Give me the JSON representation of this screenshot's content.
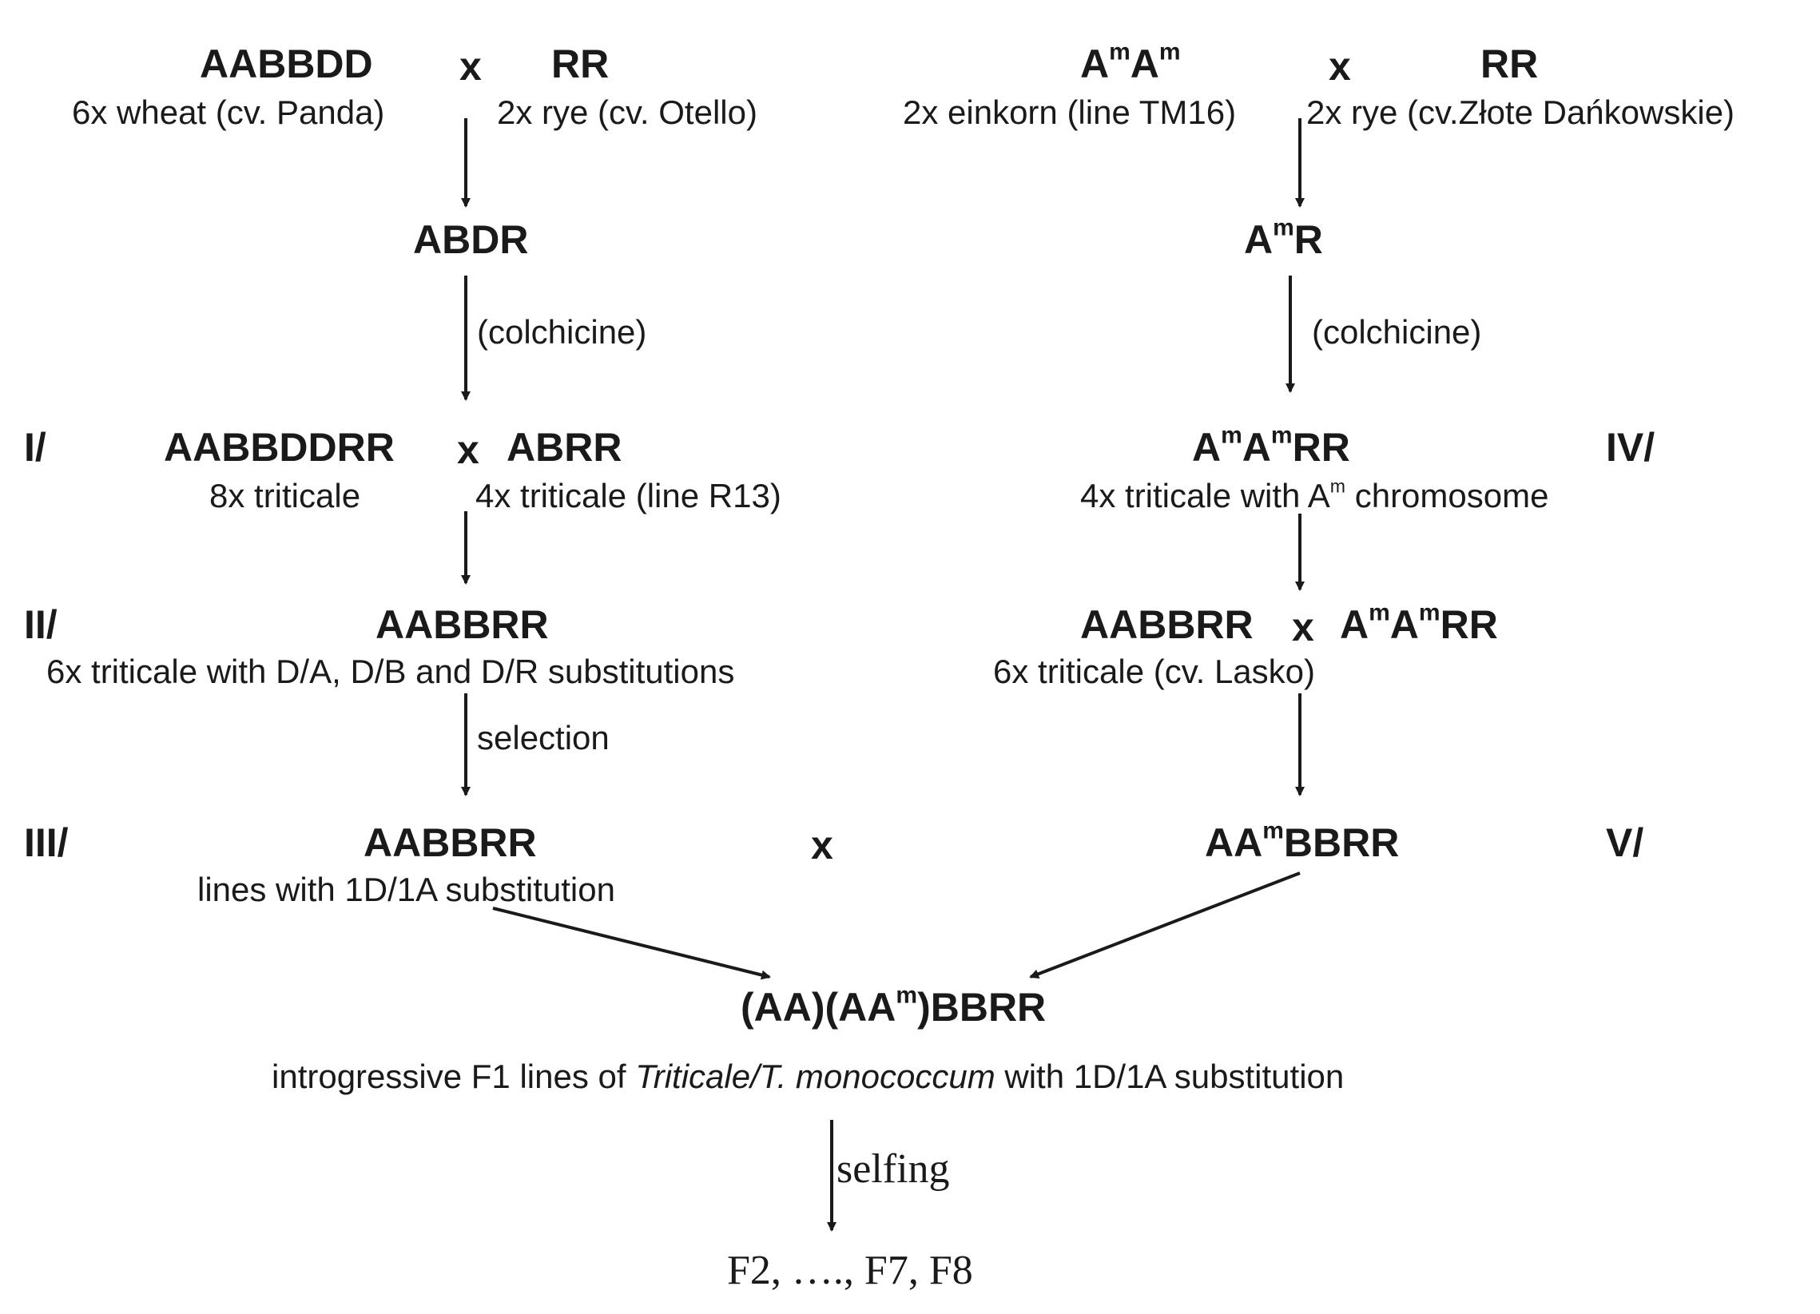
{
  "left": {
    "parent1_genome": "AABBDD",
    "cross1": "x",
    "parent2_genome": "RR",
    "parent1_desc": "6x wheat (cv. Panda)",
    "parent2_desc": "2x rye (cv. Otello)",
    "hybrid": "ABDR",
    "treatment": "(colchicine)",
    "step1_label": "I/",
    "step1_genome_a": "AABBDDRR",
    "step1_cross": "x",
    "step1_genome_b": "ABRR",
    "step1_desc_a": "8x triticale",
    "step1_desc_b": "4x triticale (line R13)",
    "step2_label": "II/",
    "step2_genome": "AABBRR",
    "step2_desc": "6x triticale with D/A, D/B and D/R substitutions",
    "selection": "selection",
    "step3_label": "III/",
    "step3_genome": "AABBRR",
    "step3_desc": "lines with 1D/1A substitution"
  },
  "center_cross": "x",
  "right": {
    "parent1_A": "A",
    "parent1_m": "m",
    "parent1_A2": "A",
    "parent1_m2": "m",
    "cross1": "x",
    "parent2_genome": "RR",
    "parent1_desc": "2x einkorn (line TM16)",
    "parent2_desc": "2x rye (cv.Złote Dańkowskie)",
    "hybrid_A": "A",
    "hybrid_m": "m",
    "hybrid_R": "R",
    "treatment": "(colchicine)",
    "step4_A": "A",
    "step4_m": "m",
    "step4_A2": "A",
    "step4_m2": "m",
    "step4_RR": "RR",
    "step4_label": "IV/",
    "step4_desc_pre": "4x triticale with A",
    "step4_desc_m": "m",
    "step4_desc_post": " chromosome",
    "cross_genome_a": "AABBRR",
    "cross_x": "x",
    "cross_b_A": "A",
    "cross_b_m": "m",
    "cross_b_A2": "A",
    "cross_b_m2": "m",
    "cross_b_RR": "RR",
    "cross_desc": "6x triticale (cv. Lasko)",
    "step5_AA": "AA",
    "step5_m": "m",
    "step5_rest": "BBRR",
    "step5_label": "V/"
  },
  "result": {
    "genome_pre": "(AA)(AA",
    "genome_m": "m",
    "genome_post": ")BBRR",
    "desc_pre": "introgressive F1 lines of ",
    "desc_italic": "Triticale/T. monococcum",
    "desc_post": " with 1D/1A substitution",
    "selfing": "selfing",
    "generations": "F2, …., F7, F8"
  }
}
